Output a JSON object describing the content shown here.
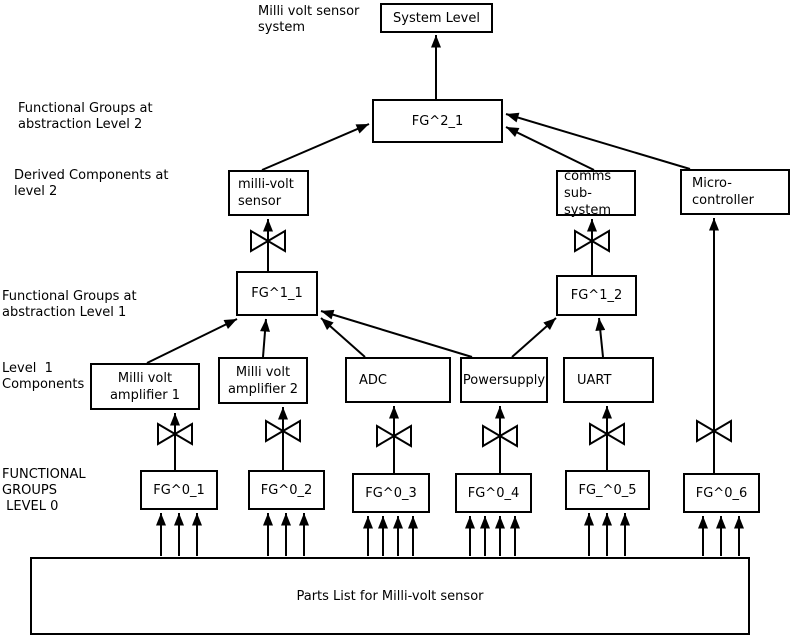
{
  "annotations": {
    "system": "Milli volt sensor\nsystem",
    "level2_groups": "Functional Groups at\nabstraction Level 2",
    "level2_derived": "Derived Components at\nlevel 2",
    "level1_groups": "Functional Groups at\nabstraction Level 1",
    "level1_components": "Level  1\nComponents",
    "level0_groups": "FUNCTIONAL\nGROUPS\n LEVEL 0"
  },
  "nodes": {
    "system_level": "System Level",
    "fg2_1": "FG^2_1",
    "millivolt_sensor": "milli-volt\nsensor",
    "comms_subsystem": "comms\nsub-system",
    "microcontroller": "Micro-\ncontroller",
    "fg1_1": "FG^1_1",
    "fg1_2": "FG^1_2",
    "amp1": "Milli volt\namplifier 1",
    "amp2": "Milli volt\namplifier 2",
    "adc": "ADC",
    "powersupply": "Powersupply",
    "uart": "UART",
    "fg0_1": "FG^0_1",
    "fg0_2": "FG^0_2",
    "fg0_3": "FG^0_3",
    "fg0_4": "FG^0_4",
    "fg0_5": "FG_^0_5",
    "fg0_6": "FG^0_6",
    "parts_list": "Parts List for Milli-volt sensor"
  },
  "colors": {
    "ink": "#000000",
    "background": "#ffffff"
  }
}
